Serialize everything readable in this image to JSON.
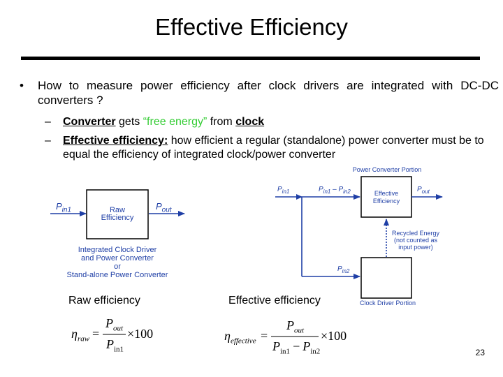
{
  "title": "Effective Efficiency",
  "bullet": {
    "marker": "•",
    "text": "How to measure power efficiency after clock drivers are integrated with DC-DC converters ?"
  },
  "sub1": {
    "marker": "–",
    "kw1": "Converter",
    "mid": " gets ",
    "green": "“free energy”",
    "mid2": " from ",
    "kw2": "clock"
  },
  "sub2": {
    "marker": "–",
    "kw": "Effective efficiency:",
    "text": " how efficient a regular (standalone) power converter must be to equal the efficiency of integrated clock/power converter"
  },
  "left_diagram": {
    "box_label_1": "Raw",
    "box_label_2": "Efficiency",
    "in_label_main": "P",
    "in_label_sub": "in1",
    "out_label_main": "P",
    "out_label_sub": "out",
    "caption_lines": [
      "Integrated Clock Driver",
      "and Power Converter",
      "or",
      "Stand-alone Power Converter"
    ]
  },
  "right_diagram": {
    "portion_top": "Power Converter Portion",
    "portion_bottom": "Clock Driver Portion",
    "box_label_1": "Effective",
    "box_label_2": "Efficiency",
    "pin1_main": "P",
    "pin1_sub": "in1",
    "diff_p1": "P",
    "diff_p1_sub": "in1",
    "diff_minus": " – ",
    "diff_p2": "P",
    "diff_p2_sub": "in2",
    "pout_main": "P",
    "pout_sub": "out",
    "pin2_main": "P",
    "pin2_sub": "in2",
    "recycled_lines": [
      "Recycled Energy",
      "(not counted as",
      "input power)"
    ]
  },
  "captions": {
    "raw": "Raw efficiency",
    "effective": "Effective efficiency"
  },
  "equations": {
    "eta": "η",
    "raw_sub": "raw",
    "eff_sub": "effective",
    "equals": "=",
    "num_p": "P",
    "num_sub": "out",
    "den_p1": "P",
    "den_sub1": "in1",
    "den_minus": "−",
    "den_p2": "P",
    "den_sub2": "in2",
    "times": "×100"
  },
  "page_number": "23",
  "colors": {
    "diagram_blue": "#1f3fa6",
    "green": "#33cc33"
  }
}
